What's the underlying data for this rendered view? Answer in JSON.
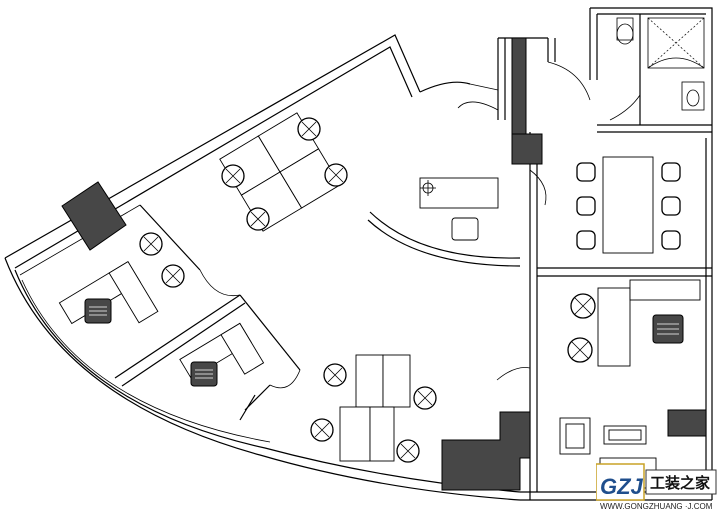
{
  "watermark": {
    "brand_cn": "工装之家",
    "brand_mark": "GZJ",
    "url": "WWW.GONGZHUANG ·J.COM"
  },
  "colors": {
    "hatch": "#474747",
    "line": "#000000",
    "logo_gold": "#c9a227",
    "logo_blue": "#1f4e8c"
  }
}
